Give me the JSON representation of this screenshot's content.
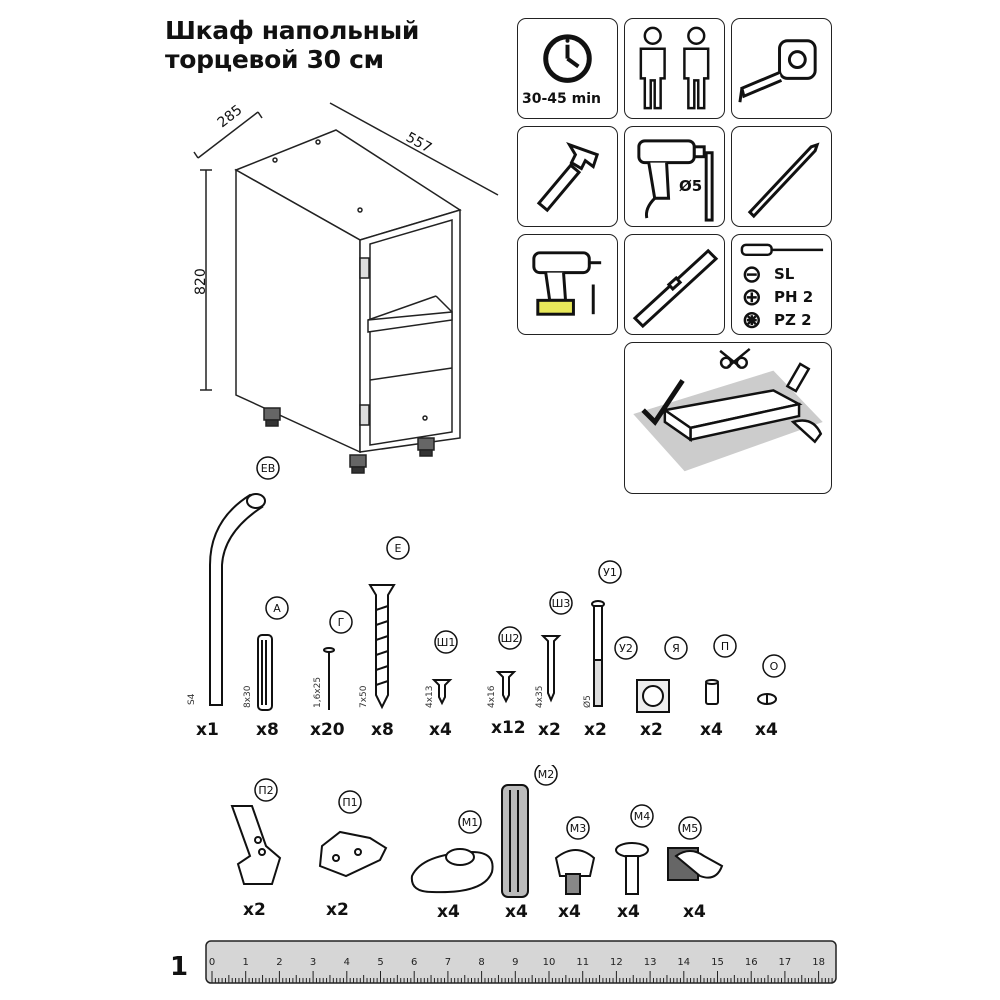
{
  "title_line1": "Шкаф напольный",
  "title_line2": "торцевой 30 см",
  "dimensions": {
    "depth": "285",
    "width": "557",
    "height": "820"
  },
  "tools": {
    "time": "30-45 min",
    "drill_bit": "Ø5",
    "screwdrivers": [
      "SL",
      "PH 2",
      "PZ 2"
    ]
  },
  "parts_row1": [
    {
      "code": "ЕВ",
      "size": "S4",
      "qty": "x1"
    },
    {
      "code": "А",
      "size": "8x30",
      "qty": "x8"
    },
    {
      "code": "Г",
      "size": "1,6x25",
      "qty": "x20"
    },
    {
      "code": "Е",
      "size": "7x50",
      "qty": "x8"
    },
    {
      "code": "Ш1",
      "size": "4x13",
      "qty": "x4"
    },
    {
      "code": "Ш2",
      "size": "4x16",
      "qty": "x12"
    },
    {
      "code": "Ш3",
      "size": "4x35",
      "qty": "x2"
    },
    {
      "code": "У1",
      "size": "",
      "qty": ""
    },
    {
      "code": "У2",
      "size": "Ø5",
      "qty": "x2"
    },
    {
      "code": "Я",
      "size": "",
      "qty": "x2"
    },
    {
      "code": "П",
      "size": "",
      "qty": "x4"
    },
    {
      "code": "О",
      "size": "",
      "qty": "x4"
    }
  ],
  "parts_row2": [
    {
      "code": "П2",
      "qty": "x2"
    },
    {
      "code": "П1",
      "qty": "x2"
    },
    {
      "code": "М1",
      "qty": "x4"
    },
    {
      "code": "М2",
      "qty": "x4"
    },
    {
      "code": "М3",
      "qty": "x4"
    },
    {
      "code": "М4",
      "qty": "x4"
    },
    {
      "code": "М5",
      "qty": "x4"
    }
  ],
  "ruler": {
    "numbers": [
      "0",
      "1",
      "2",
      "3",
      "4",
      "5",
      "6",
      "7",
      "8",
      "9",
      "10",
      "11",
      "12",
      "13",
      "14",
      "15",
      "16",
      "17",
      "18"
    ]
  },
  "page_number": "1"
}
